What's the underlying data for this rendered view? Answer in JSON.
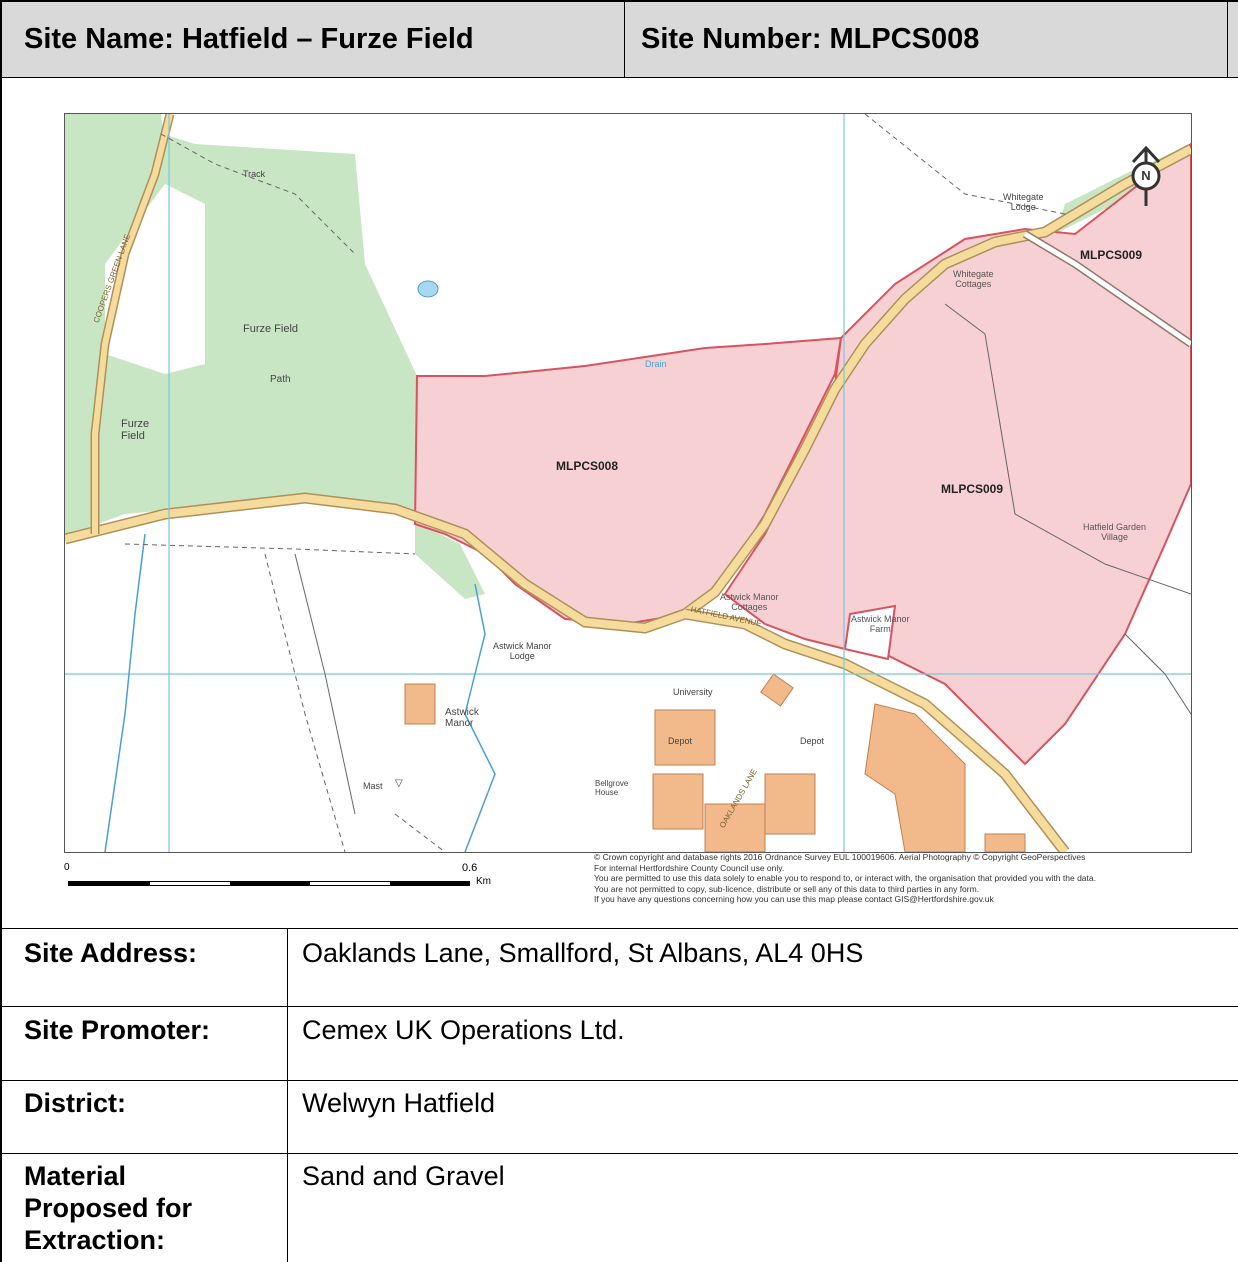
{
  "header": {
    "site_name": "Site Name: Hatfield – Furze Field",
    "site_number": "Site Number: MLPCS008"
  },
  "map": {
    "labels": {
      "mlpcs008": "MLPCS008",
      "mlpcs009_north": "MLPCS009",
      "mlpcs009_east": "MLPCS009",
      "furze_field_1": "Furze Field",
      "furze_field_2": "Furze",
      "furze_field_3": "Field",
      "path": "Path",
      "drain": "Drain",
      "whitegate_lodge_1": "Whitegate",
      "whitegate_lodge_2": "Lodge",
      "whitegate_cottages_1": "Whitegate",
      "whitegate_cottages_2": "Cottages",
      "astwick_manor_cottages_1": "Astwick Manor",
      "astwick_manor_cottages_2": "Cottages",
      "astwick_manor_farm_1": "Astwick Manor",
      "astwick_manor_farm_2": "Farm",
      "astwick_manor_lodge_1": "Astwick Manor",
      "astwick_manor_lodge_2": "Lodge",
      "astwick_manor_1": "Astwick",
      "astwick_manor_2": "Manor",
      "hatfield_garden_village_1": "Hatfield Garden",
      "hatfield_garden_village_2": "Village",
      "university": "University",
      "depot_1": "Depot",
      "depot_2": "Depot",
      "bellgrove_house_1": "Bellgrove",
      "bellgrove_house_2": "House",
      "mast": "Mast",
      "hatfield_avenue": "HATFIELD AVENUE",
      "oaklands_lane": "OAKLANDS LANE",
      "coopers_green_lane": "COOPERS GREEN LANE",
      "track": "Track"
    },
    "scale": {
      "start": "0",
      "end": "0.6",
      "unit": "Km"
    },
    "north_label": "N",
    "copyright_lines": [
      "© Crown copyright and database rights 2016 Ordnance Survey EUL 100019606. Aerial Photography © Copyright GeoPerspectives",
      "For internal Hertfordshire County Council use only.",
      "You are permitted to use this data solely to enable you to respond to, or interact with, the organisation that provided you with the data.",
      "You are not permitted to copy, sub-licence, distribute or sell any of this data to third parties in any form.",
      "If you have any questions concerning how you can use this map please contact GIS@Hertfordshire.gov.uk"
    ]
  },
  "details": {
    "address_label": "Site Address:",
    "address_value": "Oaklands Lane, Smallford, St Albans, AL4 0HS",
    "promoter_label": "Site Promoter:",
    "promoter_value": "Cemex UK Operations Ltd.",
    "district_label": "District:",
    "district_value": "Welwyn Hatfield",
    "material_label_1": "Material",
    "material_label_2": "Proposed for",
    "material_label_3": "Extraction:",
    "material_value": "Sand and Gravel"
  },
  "colors": {
    "header_bg": "#d9d9d9",
    "woodland": "#c8e6c4",
    "site_fill": "#f7d0d4",
    "site_outline": "#d9525f",
    "road_fill": "#f5dc9c",
    "road_edge": "#b0905a",
    "building": "#f2b98a",
    "grid_line": "#7ac8d8",
    "water": "#4aa0d0"
  }
}
